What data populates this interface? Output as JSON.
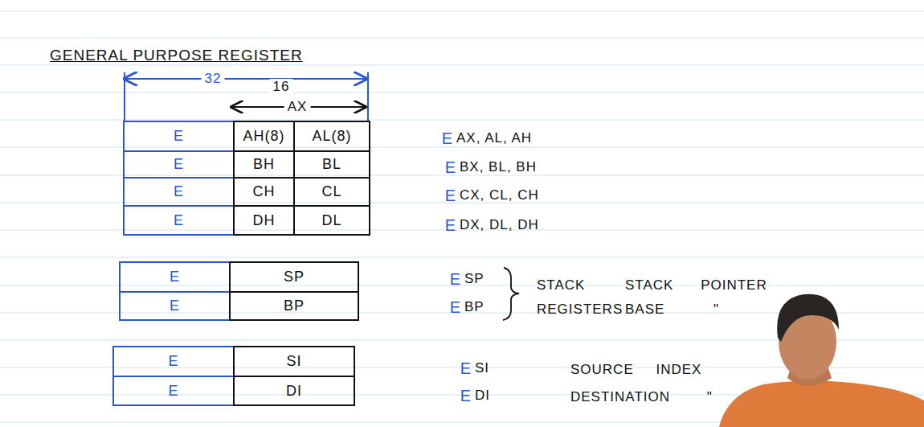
{
  "diagram": {
    "title": "GENERAL PURPOSE REGISTER",
    "nodes": [
      {
        "text": [
          "E"
        ]
      },
      {
        "text": [
          "AH(8)"
        ]
      },
      {
        "text": [
          "AL(8)"
        ]
      },
      {
        "text": [
          "E"
        ]
      },
      {
        "text": [
          "BH"
        ]
      },
      {
        "text": [
          "BL"
        ]
      },
      {
        "text": [
          "E"
        ]
      },
      {
        "text": [
          "CH"
        ]
      },
      {
        "text": [
          "CL"
        ]
      },
      {
        "text": [
          "E"
        ]
      },
      {
        "text": [
          "DH"
        ]
      },
      {
        "text": [
          "DL"
        ]
      },
      {
        "text": [
          "E"
        ]
      },
      {
        "text": [
          "SP"
        ]
      },
      {
        "text": [
          "E"
        ]
      },
      {
        "text": [
          "BP"
        ]
      },
      {
        "text": [
          "E"
        ]
      },
      {
        "text": [
          "SI"
        ]
      },
      {
        "text": [
          "E"
        ]
      },
      {
        "text": [
          "DI"
        ]
      }
    ],
    "labels": [
      "32",
      "16",
      "AX",
      "E",
      "AX, AL, AH",
      "E",
      "BX, BL, BH",
      "E",
      "CX, CL, CH",
      "E",
      "DX, DL, DH",
      "E",
      "SP",
      "E",
      "BP",
      "STACK REGISTERS",
      "STACK POINTER",
      "BASE \"",
      "E",
      "SI",
      "SOURCE INDEX",
      "E",
      "DI",
      "DESTINATION \""
    ]
  }
}
